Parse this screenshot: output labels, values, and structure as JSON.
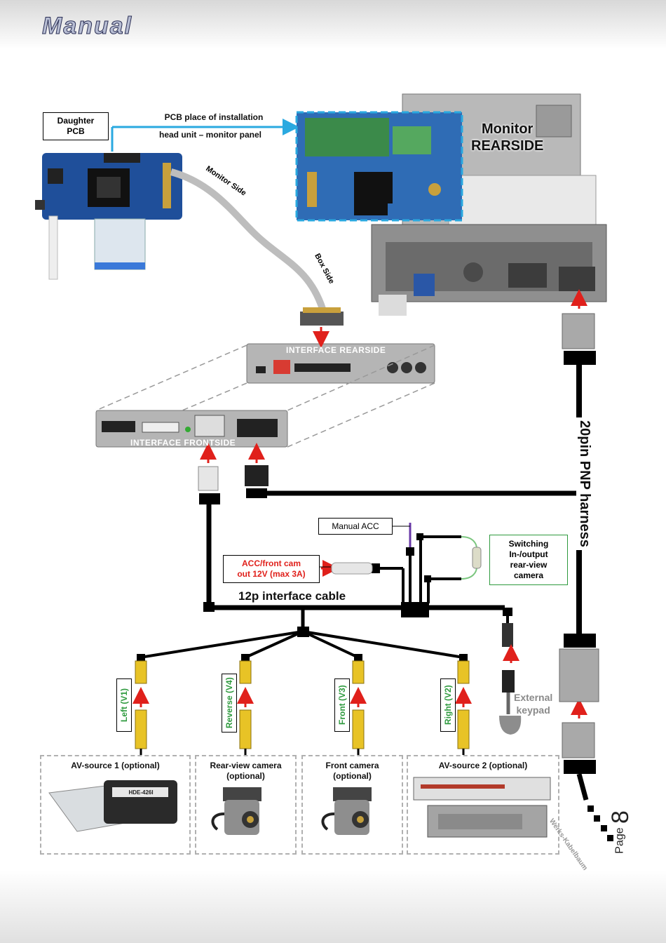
{
  "header": {
    "title": "Manual"
  },
  "pcb": {
    "daughter_label": "Daughter\nPCB",
    "install_line1": "PCB place of installation",
    "install_line2": "head unit – monitor panel",
    "monitor_side": "Monitor Side",
    "box_side": "Box Side"
  },
  "monitor": {
    "label": "Monitor\nREARSIDE"
  },
  "interface": {
    "rearside": "INTERFACE REARSIDE",
    "frontside": "INTERFACE  FRONTSIDE"
  },
  "harness": {
    "pnp_label": "20pin PNP harness",
    "werks": "Werks-Kabelbaum"
  },
  "cable": {
    "interface_cable": "12p interface cable",
    "manual_acc": "Manual ACC",
    "acc_front_cam": "ACC/front cam\nout 12V (max 3A)",
    "switching": "Switching\nIn-/output\nrear-view\ncamera",
    "external_keypad": "External\nkeypad"
  },
  "video_inputs": [
    {
      "label": "Left (V1)"
    },
    {
      "label": "Reverse (V4)"
    },
    {
      "label": "Front (V3)"
    },
    {
      "label": "Right (V2)"
    }
  ],
  "sources": [
    {
      "title": "AV-source 1 (optional)",
      "device_text": "HDE-426I"
    },
    {
      "title": "Rear-view camera\n(optional)"
    },
    {
      "title": "Front camera\n(optional)"
    },
    {
      "title": "AV-source 2 (optional)"
    }
  ],
  "footer": {
    "page_word": "Page",
    "page_number": "8"
  },
  "colors": {
    "accent_blue": "#2aa9e0",
    "arrow_red": "#e0201b",
    "label_green": "#2e9a3e",
    "label_red": "#e0201b"
  }
}
